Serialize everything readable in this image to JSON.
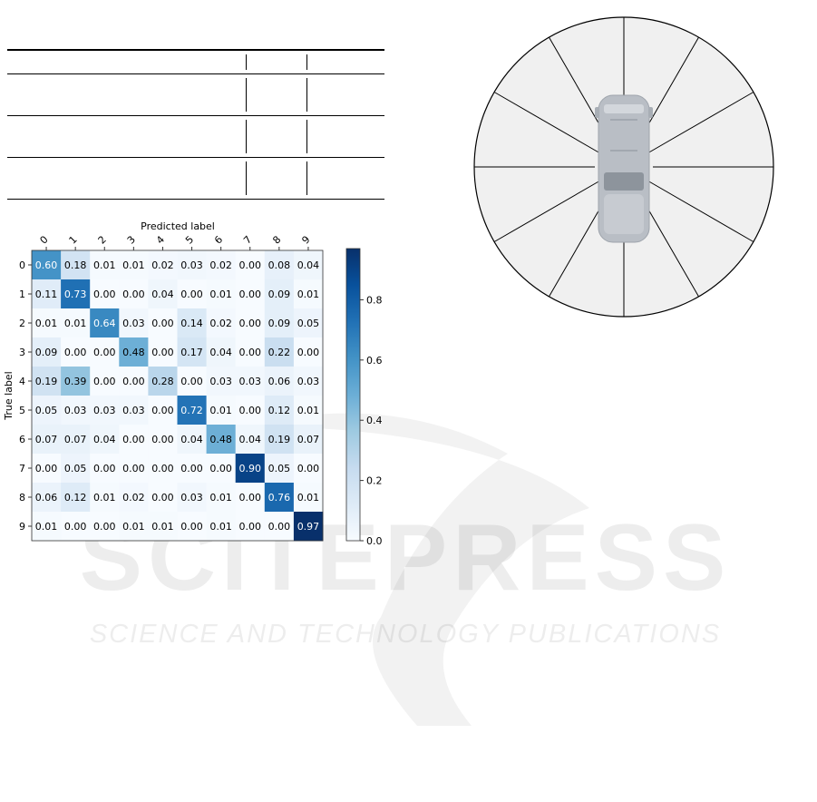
{
  "watermark": {
    "brand": "SCITEPRESS",
    "tagline": "SCIENCE AND TECHNOLOGY PUBLICATIONS"
  },
  "confusion_matrix": {
    "xlabel": "Predicted label",
    "ylabel": "True label",
    "labels": [
      "0",
      "1",
      "2",
      "3",
      "4",
      "5",
      "6",
      "7",
      "8",
      "9"
    ],
    "colorbar_ticks": [
      "0.0",
      "0.2",
      "0.4",
      "0.6",
      "0.8"
    ],
    "colormap_max": 0.97
  },
  "chart_data": {
    "type": "heatmap",
    "title": "",
    "xlabel": "Predicted label",
    "ylabel": "True label",
    "x": [
      "0",
      "1",
      "2",
      "3",
      "4",
      "5",
      "6",
      "7",
      "8",
      "9"
    ],
    "y": [
      "0",
      "1",
      "2",
      "3",
      "4",
      "5",
      "6",
      "7",
      "8",
      "9"
    ],
    "values": [
      [
        0.6,
        0.18,
        0.01,
        0.01,
        0.02,
        0.03,
        0.02,
        0.0,
        0.08,
        0.04
      ],
      [
        0.11,
        0.73,
        0.0,
        0.0,
        0.04,
        0.0,
        0.01,
        0.0,
        0.09,
        0.01
      ],
      [
        0.01,
        0.01,
        0.64,
        0.03,
        0.0,
        0.14,
        0.02,
        0.0,
        0.09,
        0.05
      ],
      [
        0.09,
        0.0,
        0.0,
        0.48,
        0.0,
        0.17,
        0.04,
        0.0,
        0.22,
        0.0
      ],
      [
        0.19,
        0.39,
        0.0,
        0.0,
        0.28,
        0.0,
        0.03,
        0.03,
        0.06,
        0.03
      ],
      [
        0.05,
        0.03,
        0.03,
        0.03,
        0.0,
        0.72,
        0.01,
        0.0,
        0.12,
        0.01
      ],
      [
        0.07,
        0.07,
        0.04,
        0.0,
        0.0,
        0.04,
        0.48,
        0.04,
        0.19,
        0.07
      ],
      [
        0.0,
        0.05,
        0.0,
        0.0,
        0.0,
        0.0,
        0.0,
        0.9,
        0.05,
        0.0
      ],
      [
        0.06,
        0.12,
        0.01,
        0.02,
        0.0,
        0.03,
        0.01,
        0.0,
        0.76,
        0.01
      ],
      [
        0.01,
        0.0,
        0.0,
        0.01,
        0.01,
        0.0,
        0.01,
        0.0,
        0.0,
        0.97
      ]
    ],
    "colorbar_range": [
      0.0,
      0.97
    ],
    "colormap": "Blues"
  },
  "wheel": {
    "sectors": 12,
    "fill_color": "#f0f0f0",
    "object_icon": "car-top-view-icon"
  }
}
